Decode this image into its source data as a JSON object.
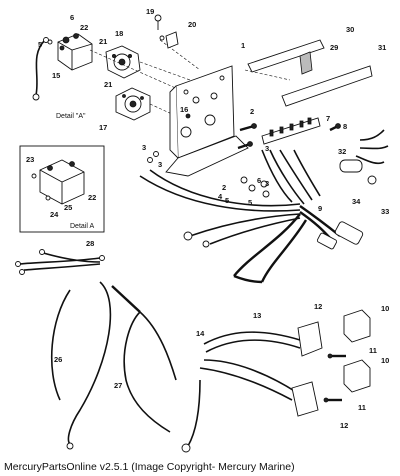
{
  "labels": {
    "n1": "1",
    "n2": "2",
    "n3": "3",
    "n4": "4",
    "n5": "5",
    "n6": "6",
    "n7": "7",
    "n8": "8",
    "n9": "9",
    "n10": "10",
    "n11": "11",
    "n12": "12",
    "n13": "13",
    "n14": "14",
    "n15": "15",
    "n16": "16",
    "n17": "17",
    "n18": "18",
    "n19": "19",
    "n20": "20",
    "n21": "21",
    "n22": "22",
    "n23": "23",
    "n24": "24",
    "n25": "25",
    "n26": "26",
    "n27": "27",
    "n28": "28",
    "n29": "29",
    "n30": "30",
    "n31": "31",
    "n32": "32",
    "n33": "33",
    "n34": "34"
  },
  "captions": {
    "detail_a_top": "Detail \"A\"",
    "detail_a_inset": "Detail A"
  },
  "footer": "MercuryPartsOnline v2.5.1 (Image Copyright- Mercury Marine)"
}
